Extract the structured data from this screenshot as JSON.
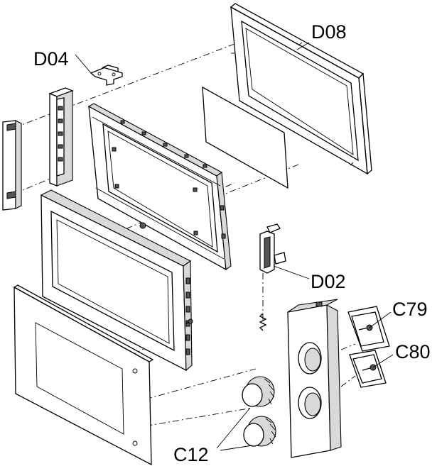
{
  "labels": {
    "d08": "D08",
    "d04": "D04",
    "d02": "D02",
    "c79": "C79",
    "c80": "C80",
    "c12": "C12"
  }
}
